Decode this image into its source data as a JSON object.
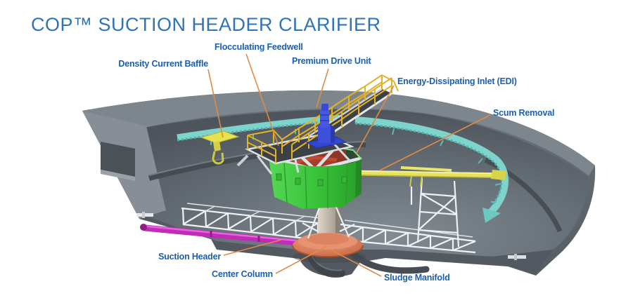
{
  "title": "COP™ SUCTION HEADER CLARIFIER",
  "labels": {
    "density_current_baffle": "Density Current Baffle",
    "flocculating_feedwell": "Flocculating Feedwell",
    "premium_drive_unit": "Premium Drive Unit",
    "energy_dissipating_inlet": "Energy-Dissipating Inlet (EDI)",
    "scum_removal": "Scum Removal",
    "suction_header": "Suction Header",
    "center_column": "Center Column",
    "sludge_manifold": "Sludge Manifold"
  },
  "colors": {
    "title_blue": "#2e74b6",
    "label_blue": "#1a5fb0",
    "leader_orange": "#df8b45",
    "tank_gray": "#5a6168",
    "baffle_teal": "#7fd3cd",
    "feedwell_green": "#3cc43c",
    "edi_red": "#a63d2b",
    "scum_yellow": "#e6e358",
    "suction_magenta": "#c22ab8",
    "manifold_orange": "#d5744c",
    "drive_blue": "#3d4ed8",
    "column_tan": "#cfc8ba",
    "truss_white": "#f0f2f5"
  }
}
